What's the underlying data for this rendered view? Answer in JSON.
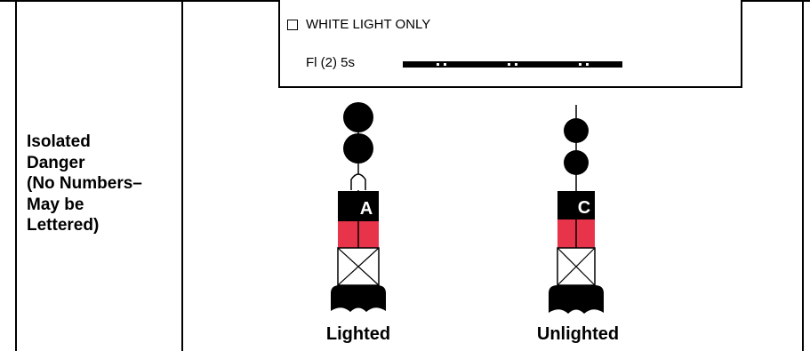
{
  "category": {
    "lines": [
      "Isolated",
      "Danger",
      "(No Numbers–",
      "May be",
      "Lettered)"
    ]
  },
  "light_characteristic": {
    "legend_label": "WHITE LIGHT ONLY",
    "rhythm_label": "Fl (2) 5s",
    "light_color": "#ffffff"
  },
  "buoys": [
    {
      "caption": "Lighted",
      "letter": "A",
      "icon": "lighted-buoy-icon"
    },
    {
      "caption": "Unlighted",
      "letter": "C",
      "icon": "unlighted-buoy-icon"
    }
  ],
  "colors": {
    "black": "#000000",
    "red": "#e8344b",
    "white": "#ffffff"
  }
}
